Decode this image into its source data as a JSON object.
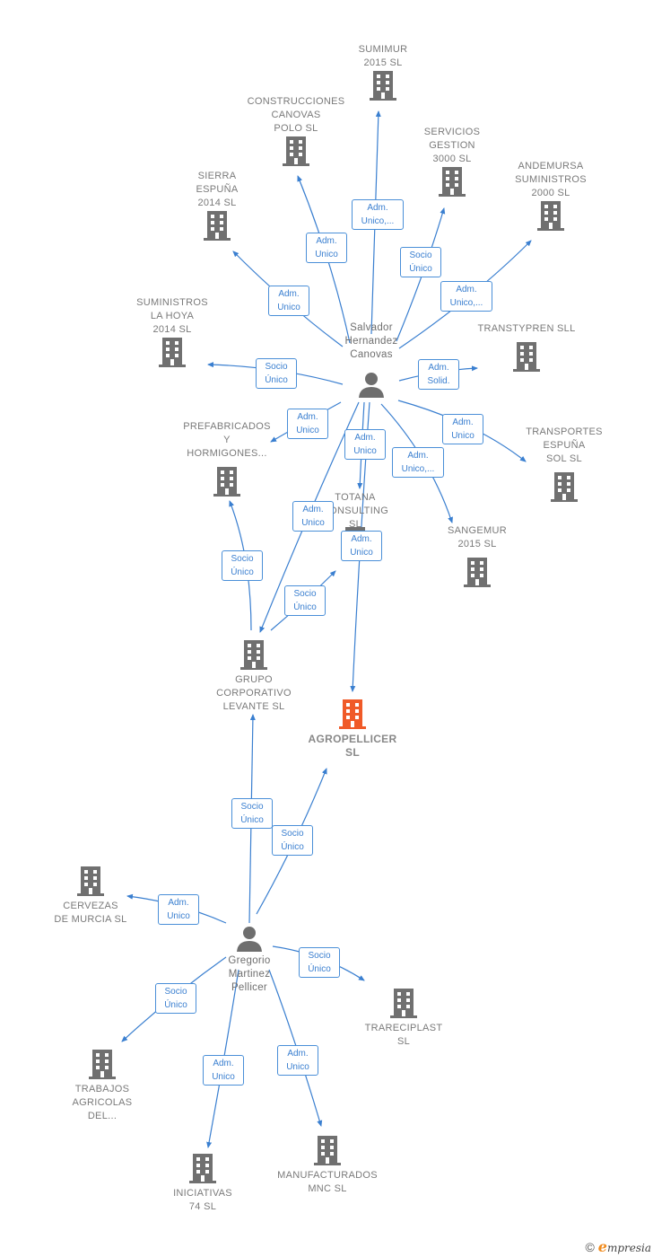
{
  "companies": {
    "sumimur": "SUMIMUR\n2015  SL",
    "construcciones": "CONSTRUCCIONES\nCANOVAS\nPOLO SL",
    "servicios": "SERVICIOS\nGESTION\n3000  SL",
    "andemursa": "ANDEMURSA\nSUMINISTROS\n2000  SL",
    "sierra": "SIERRA\nESPUÑA\n2014  SL",
    "suministros": "SUMINISTROS\nLA HOYA\n2014  SL",
    "transtypren": "TRANSTYPREN SLL",
    "prefabricados": "PREFABRICADOS\nY\nHORMIGONES...",
    "transportes": "TRANSPORTES\nESPUÑA\nSOL SL",
    "totana": "TOTANA\nCONSULTING\nSL",
    "sangemur": "SANGEMUR\n2015  SL",
    "grupo": "GRUPO\nCORPORATIVO\nLEVANTE  SL",
    "agropellicer": "AGROPELLICER\nSL",
    "cervezas": "CERVEZAS\nDE MURCIA  SL",
    "trareciplast": "TRARECIPLAST\nSL",
    "trabajos": "TRABAJOS\nAGRICOLAS\nDEL...",
    "iniciativas": "INICIATIVAS\n74  SL",
    "manufacturados": "MANUFACTURADOS\nMNC SL"
  },
  "people": {
    "salvador": "Salvador\nHernandez\nCanovas",
    "gregorio": "Gregorio\nMartinez\nPellicer"
  },
  "relations": {
    "sumimur": [
      "Adm.",
      "Unico,..."
    ],
    "construcciones": [
      "Adm.",
      "Unico"
    ],
    "servicios": [
      "Socio",
      "Único"
    ],
    "andemursa": [
      "Adm.",
      "Unico,..."
    ],
    "sierra": [
      "Adm.",
      "Unico"
    ],
    "suministros": [
      "Socio",
      "Único"
    ],
    "transtypren": [
      "Adm.",
      "Solid."
    ],
    "prefabricados": [
      "Adm.",
      "Unico"
    ],
    "totana": [
      "Adm.",
      "Unico"
    ],
    "transportes": [
      "Adm.",
      "Unico"
    ],
    "sangemur": [
      "Adm.",
      "Unico,..."
    ],
    "salvador_grupo": [
      "Adm.",
      "Unico"
    ],
    "salvador_agro": [
      "Adm.",
      "Unico"
    ],
    "grupo_prefab": [
      "Socio",
      "Único"
    ],
    "grupo_totana": [
      "Socio",
      "Único"
    ],
    "gregorio_grupo": [
      "Socio",
      "Único"
    ],
    "gregorio_agro": [
      "Socio",
      "Único"
    ],
    "cervezas": [
      "Adm.",
      "Unico"
    ],
    "trareciplast": [
      "Socio",
      "Único"
    ],
    "trabajos": [
      "Socio",
      "Único"
    ],
    "iniciativas": [
      "Adm.",
      "Unico"
    ],
    "manufacturados": [
      "Adm.",
      "Unico"
    ]
  },
  "colors": {
    "building": "#707070",
    "focus_building": "#f05a28",
    "edge": "#3a7fd0",
    "person": "#6e6e6e"
  },
  "icons": {
    "company": "building-icon",
    "person": "person-icon"
  },
  "footer": {
    "copyright": "©",
    "brand_initial": "e",
    "brand_rest": "mpresia"
  }
}
